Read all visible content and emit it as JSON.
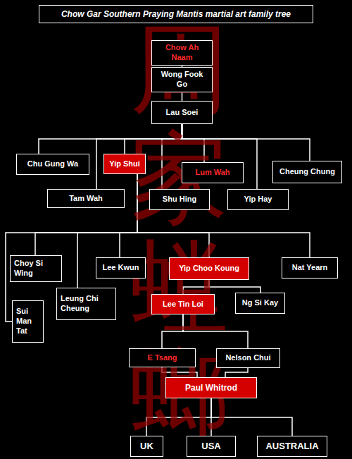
{
  "diagram": {
    "title": "Chow Gar Southern Praying Mantis martial art family tree",
    "nodes": [
      {
        "text": [
          "Chow Ah Naam"
        ]
      },
      {
        "text": [
          "Wong Fook Go"
        ]
      },
      {
        "text": [
          "Lau Soei"
        ]
      },
      {
        "text": [
          "Chu Gung Wa"
        ]
      },
      {
        "text": [
          "Yip Shui"
        ]
      },
      {
        "text": [
          "Lum Wah"
        ]
      },
      {
        "text": [
          "Cheung Chung"
        ]
      },
      {
        "text": [
          "Tam Wah"
        ]
      },
      {
        "text": [
          "Shu Hing"
        ]
      },
      {
        "text": [
          "Yip Hay"
        ]
      },
      {
        "text": [
          "Choy Si Wing"
        ]
      },
      {
        "text": [
          "Lee Kwun"
        ]
      },
      {
        "text": [
          "Yip Choo Koung"
        ]
      },
      {
        "text": [
          "Nat Yearn"
        ]
      },
      {
        "text": [
          "Sui Man Tat"
        ]
      },
      {
        "text": [
          "Leung Chi Cheung"
        ]
      },
      {
        "text": [
          "Lee Tin Loi"
        ]
      },
      {
        "text": [
          "Ng Si Kay"
        ]
      },
      {
        "text": [
          "E Tsang"
        ]
      },
      {
        "text": [
          "Nelson Chui"
        ]
      },
      {
        "text": [
          "Paul Whitrod"
        ]
      },
      {
        "text": [
          "UK"
        ]
      },
      {
        "text": [
          "USA"
        ]
      },
      {
        "text": [
          "AUSTRALIA"
        ]
      }
    ],
    "edges": [
      {
        "from": 0,
        "to": 1,
        "arrow": "none"
      },
      {
        "from": 1,
        "to": 2,
        "arrow": "none"
      },
      {
        "from": 2,
        "to": 3,
        "arrow": "none"
      },
      {
        "from": 2,
        "to": 4,
        "arrow": "none"
      },
      {
        "from": 2,
        "to": 5,
        "arrow": "none"
      },
      {
        "from": 2,
        "to": 6,
        "arrow": "none"
      },
      {
        "from": 2,
        "to": 7,
        "arrow": "none"
      },
      {
        "from": 2,
        "to": 8,
        "arrow": "none"
      },
      {
        "from": 2,
        "to": 9,
        "arrow": "none"
      },
      {
        "from": 4,
        "to": 10,
        "arrow": "none"
      },
      {
        "from": 4,
        "to": 11,
        "arrow": "none"
      },
      {
        "from": 4,
        "to": 12,
        "arrow": "none"
      },
      {
        "from": 4,
        "to": 13,
        "arrow": "none"
      },
      {
        "from": 4,
        "to": 14,
        "arrow": "none"
      },
      {
        "from": 4,
        "to": 15,
        "arrow": "none"
      },
      {
        "from": 12,
        "to": 16,
        "arrow": "none"
      },
      {
        "from": 12,
        "to": 17,
        "arrow": "none"
      },
      {
        "from": 16,
        "to": 18,
        "arrow": "none"
      },
      {
        "from": 16,
        "to": 19,
        "arrow": "none"
      },
      {
        "from": 18,
        "to": 20,
        "arrow": "none"
      },
      {
        "from": 19,
        "to": 20,
        "arrow": "none"
      },
      {
        "from": 20,
        "to": 21,
        "arrow": "none"
      },
      {
        "from": 20,
        "to": 22,
        "arrow": "none"
      },
      {
        "from": 20,
        "to": 23,
        "arrow": "none"
      }
    ],
    "labels": [
      "周家螳螂"
    ]
  }
}
